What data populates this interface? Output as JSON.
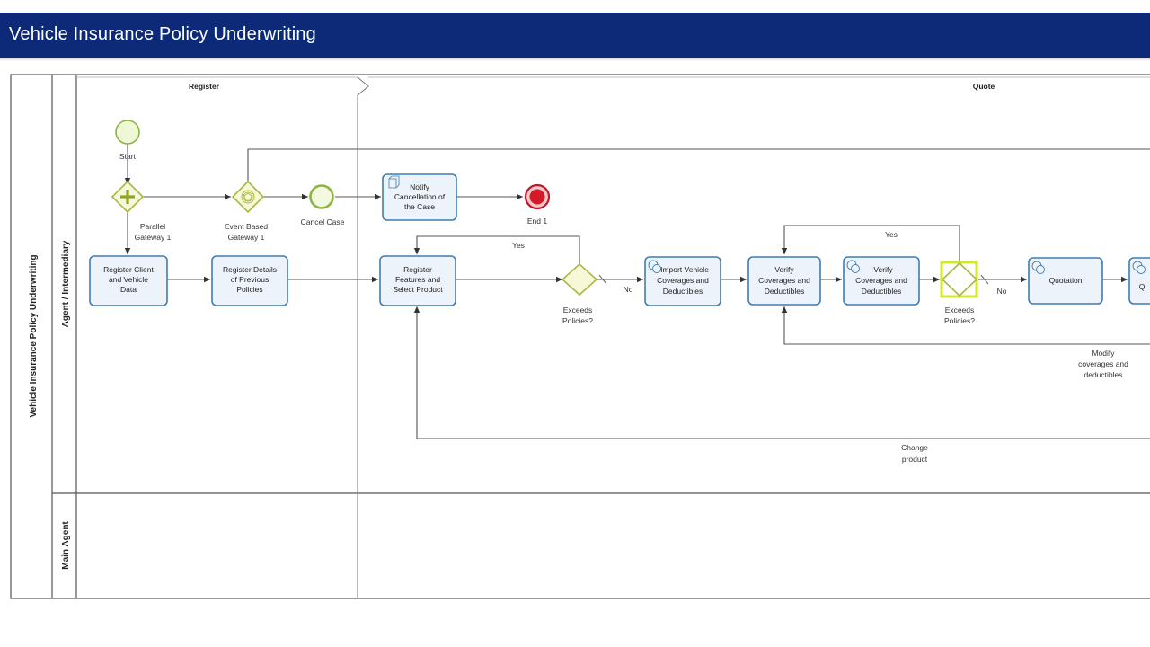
{
  "header": {
    "title": "Vehicle Insurance Policy Underwriting"
  },
  "pool": {
    "label": "Vehicle Insurance Policy Underwriting"
  },
  "lanes": {
    "agent": "Agent / Intermediary",
    "main": "Main Agent"
  },
  "phases": {
    "register": "Register",
    "quote": "Quote"
  },
  "events": {
    "start": "Start",
    "cancel": "Cancel Case",
    "end": "End 1"
  },
  "gateways": {
    "parallel": [
      "Parallel",
      "Gateway 1"
    ],
    "event_based": [
      "Event Based",
      "Gateway 1"
    ],
    "exceeds1": [
      "Exceeds",
      "Policies?"
    ],
    "exceeds2": [
      "Exceeds",
      "Policies?"
    ]
  },
  "tasks": {
    "notify": [
      "Notify",
      "Cancellation of",
      "the Case"
    ],
    "register_client": [
      "Register Client",
      "and Vehicle",
      "Data"
    ],
    "register_details": [
      "Register Details",
      "of Previous",
      "Policies"
    ],
    "register_features": [
      "Register",
      "Features and",
      "Select Product"
    ],
    "import_vehicle": [
      "Import Vehicle",
      "Coverages and",
      "Deductibles"
    ],
    "verify1": [
      "Verify",
      "Coverages and",
      "Deductibles"
    ],
    "verify2": [
      "Verify",
      "Coverages and",
      "Deductibles"
    ],
    "quotation": [
      "Quotation"
    ],
    "partial": [
      "Q"
    ]
  },
  "flow_labels": {
    "yes1": "Yes",
    "no1": "No",
    "yes2": "Yes",
    "no2": "No",
    "modify": [
      "Modify",
      "coverages and",
      "deductibles"
    ],
    "change": [
      "Change",
      "product"
    ]
  },
  "colors": {
    "header_bg": "#0c2a78",
    "task_fill": "#edf3fa",
    "task_border": "#3f7cae",
    "gateway_fill": "#f6f8d8",
    "gateway_stroke": "#a8b840",
    "start_fill": "#eef8d6",
    "end_fill": "#d41a2a",
    "selected_highlight": "#d4e82a"
  }
}
